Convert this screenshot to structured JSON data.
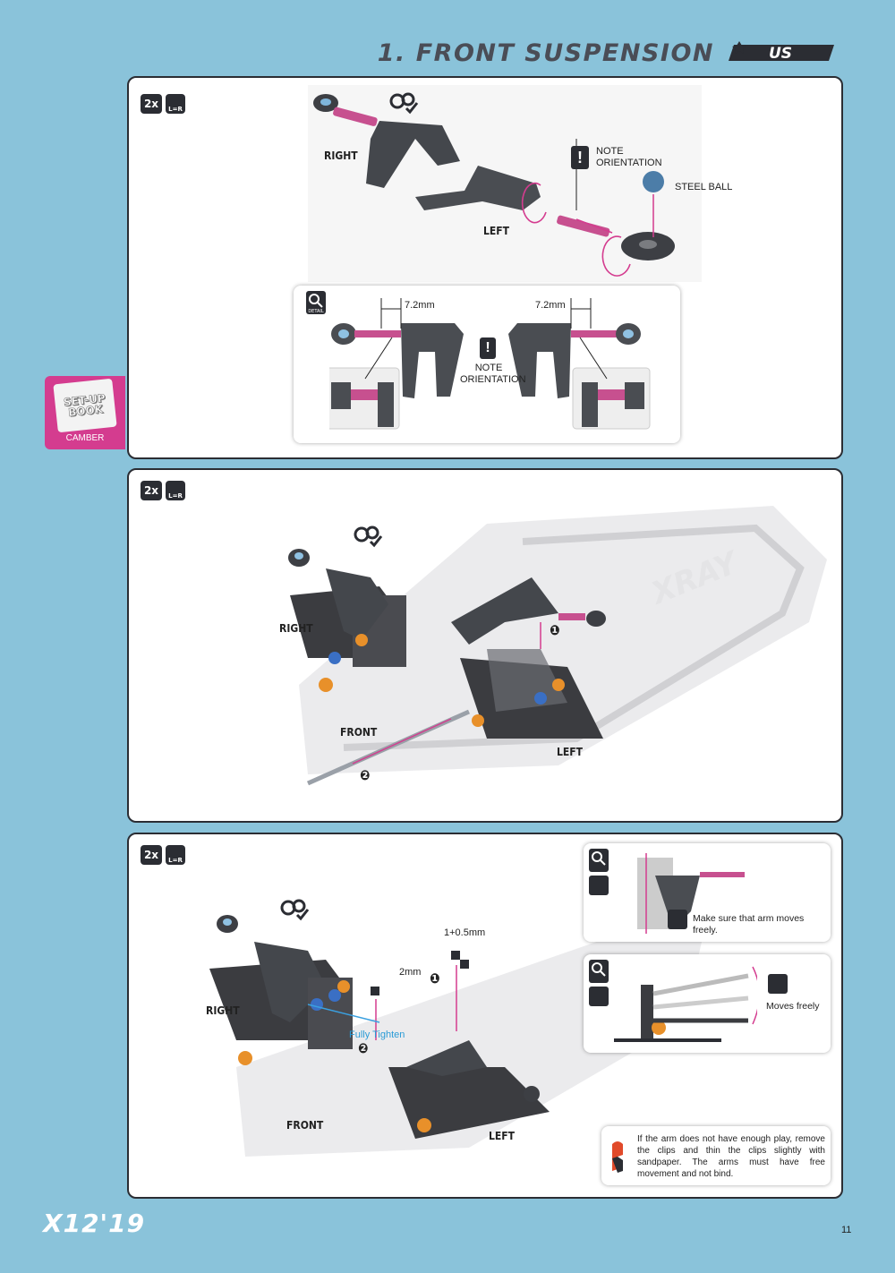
{
  "header": {
    "title": "1. FRONT SUSPENSION",
    "logo": "US"
  },
  "panel1": {
    "qty": "2x",
    "lr_badge": "L=R",
    "right_label": "RIGHT",
    "left_label": "LEFT",
    "note_orientation": "NOTE ORIENTATION",
    "steel_ball": "STEEL BALL",
    "detail": {
      "dim_left": "7.2mm",
      "dim_right": "7.2mm",
      "note": "NOTE ORIENTATION"
    }
  },
  "setup_book": {
    "title": "SET-UP BOOK",
    "label": "CAMBER"
  },
  "panel2": {
    "qty": "2x",
    "lr_badge": "L=R",
    "right_label": "RIGHT",
    "left_label": "LEFT",
    "front_label": "FRONT",
    "step1": "❶",
    "step2": "❷",
    "chassis_text": "XRAY"
  },
  "panel3": {
    "qty": "2x",
    "lr_badge": "L=R",
    "right_label": "RIGHT",
    "left_label": "LEFT",
    "front_label": "FRONT",
    "clip_label": "1+0.5mm",
    "clip_2mm": "2mm",
    "fully_tighten": "Fully Tighten",
    "step1": "❶",
    "step2": "❷",
    "detail1_text": "Make sure that arm moves freely.",
    "detail2_text": "Moves freely",
    "tip_text": "If the arm does not have enough play, remove the clips and thin the clips slightly with sandpaper. The arms must have free movement and not bind."
  },
  "footer": {
    "logo": "X12'19",
    "page": "11"
  },
  "colors": {
    "background": "#8ac3da",
    "accent_pink": "#d43c8f",
    "dark": "#2b2d33",
    "orange": "#e8902a",
    "blue": "#3a6fc4"
  }
}
